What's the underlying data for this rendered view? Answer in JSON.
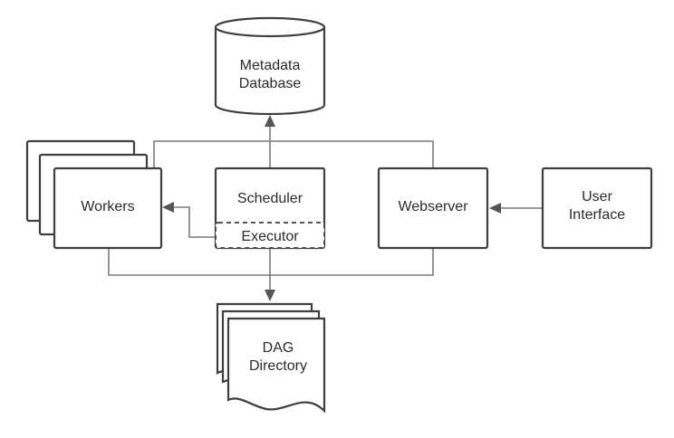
{
  "nodes": {
    "metadata_database": {
      "line1": "Metadata",
      "line2": "Database"
    },
    "workers": {
      "label": "Workers"
    },
    "scheduler": {
      "label": "Scheduler"
    },
    "executor": {
      "label": "Executor"
    },
    "webserver": {
      "label": "Webserver"
    },
    "user_interface": {
      "line1": "User",
      "line2": "Interface"
    },
    "dag_directory": {
      "line1": "DAG",
      "line2": "Directory"
    }
  },
  "colors": {
    "shape_stroke": "#3f3f3f",
    "connector": "#7a7a7a",
    "text": "#2b2b2b",
    "background": "#ffffff"
  }
}
